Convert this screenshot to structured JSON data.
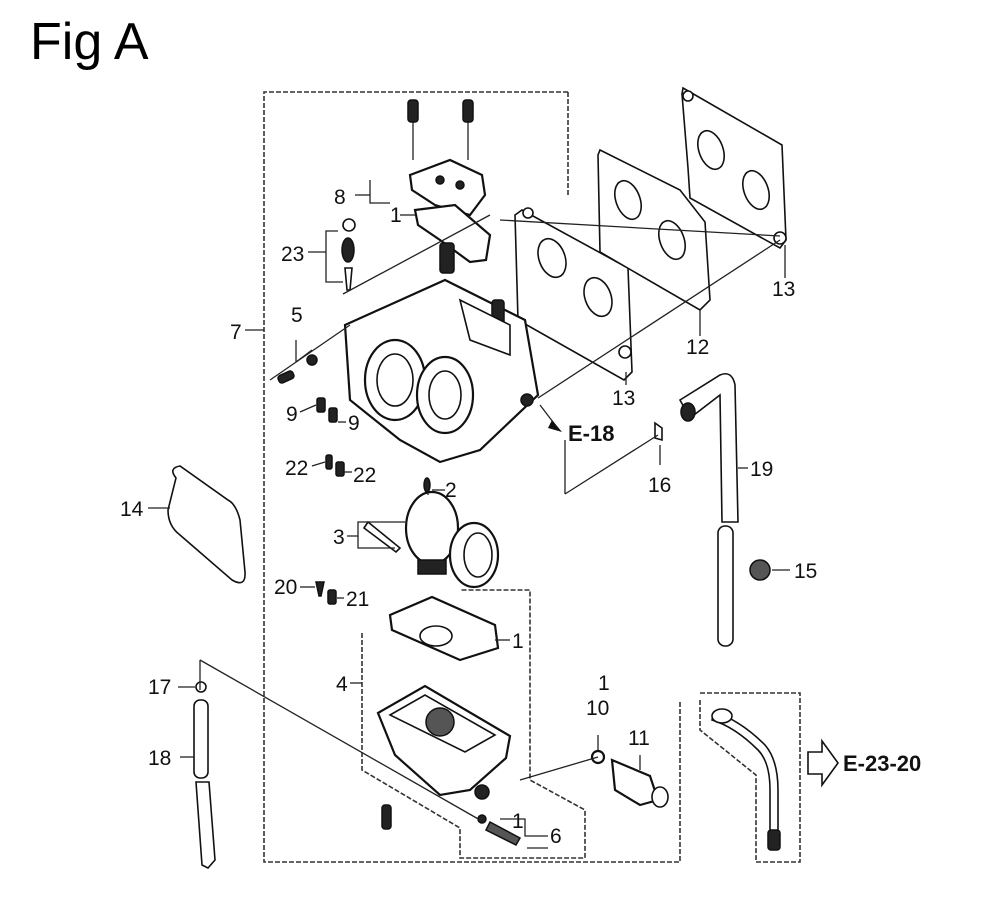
{
  "figure": {
    "title": "Fig A",
    "subject": "carburetor exploded parts diagram"
  },
  "callouts": {
    "c1_top": "1",
    "c1_float_gasket": "1",
    "c1_drain": "1",
    "c1_washer": "1",
    "c2": "2",
    "c3": "3",
    "c4": "4",
    "c5": "5",
    "c6": "6",
    "c7": "7",
    "c8": "8",
    "c9_left": "9",
    "c9_right": "9",
    "c10": "10",
    "c11": "11",
    "c12": "12",
    "c13_top": "13",
    "c13_bottom": "13",
    "c14": "14",
    "c15": "15",
    "c16": "16",
    "c17": "17",
    "c18": "18",
    "c19": "19",
    "c20": "20",
    "c21": "21",
    "c22_left": "22",
    "c22_right": "22",
    "c23": "23"
  },
  "references": {
    "e18": "E-18",
    "e23_20": "E-23-20"
  }
}
